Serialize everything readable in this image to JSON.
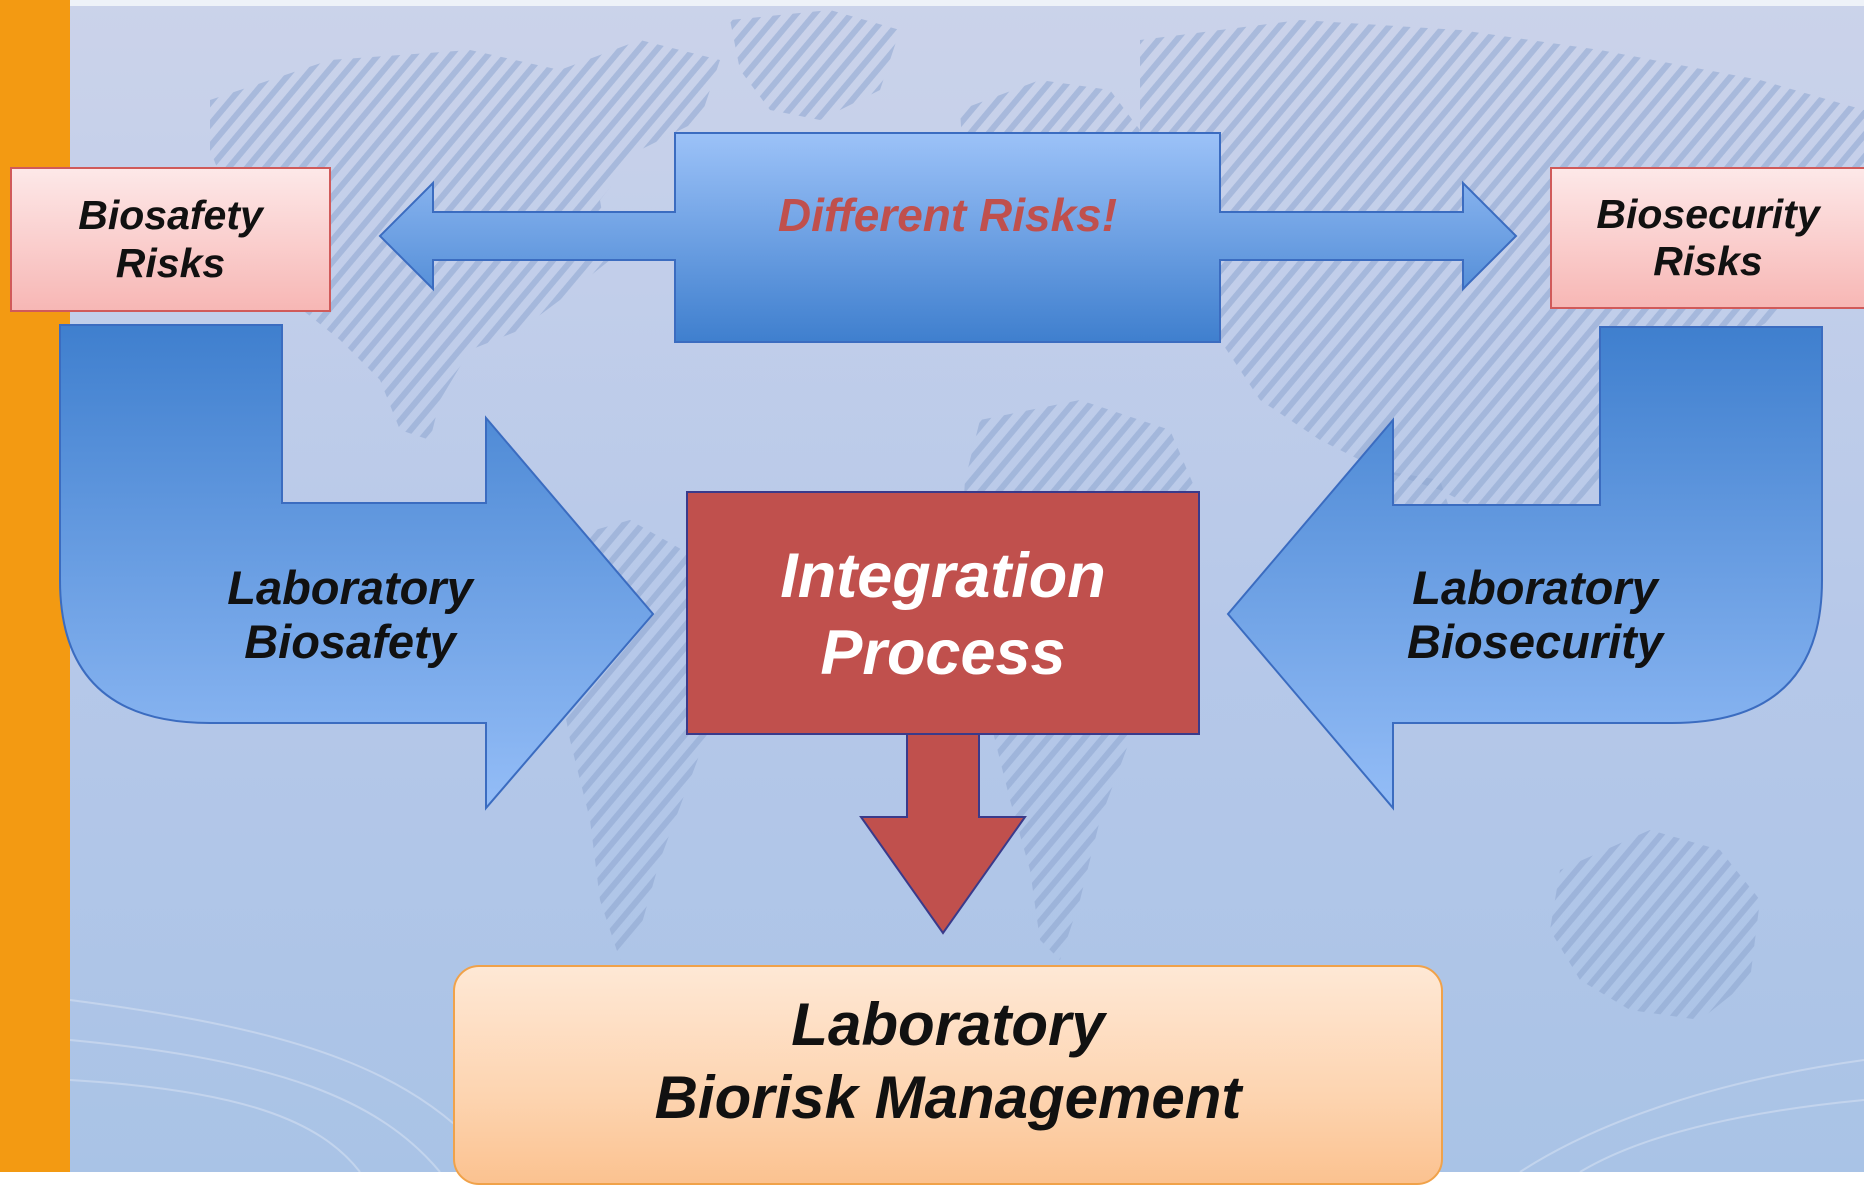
{
  "diagram": {
    "biosafety_risks": [
      "Biosafety",
      "Risks"
    ],
    "biosecurity_risks": [
      "Biosecurity",
      "Risks"
    ],
    "different_risks": "Different Risks!",
    "lab_biosafety": [
      "Laboratory",
      "Biosafety"
    ],
    "lab_biosecurity": [
      "Laboratory",
      "Biosecurity"
    ],
    "integration": [
      "Integration",
      "Process"
    ],
    "management": [
      "Laboratory",
      "Biorisk Management"
    ]
  },
  "colors": {
    "sidebar_orange": "#f39a12",
    "arrow_blue_dark": "#3f7fce",
    "arrow_blue_light": "#94bdf7",
    "integration_red": "#c0504d",
    "different_risks_text": "#c0504d",
    "risk_box_fill": "#f8c6c4",
    "management_box_fill": "#fdd4b0",
    "background_light": "#c8d3ea"
  }
}
